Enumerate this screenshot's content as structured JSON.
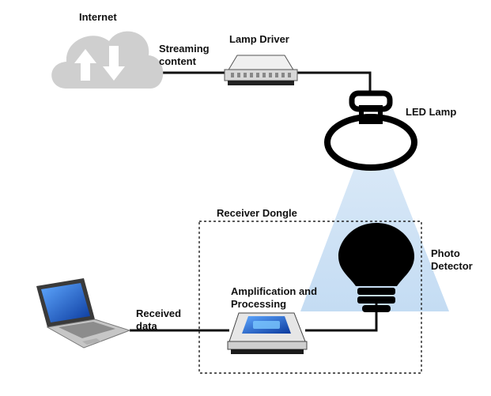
{
  "labels": {
    "internet": "Internet",
    "streaming_line1": "Streaming",
    "streaming_line2": "content",
    "lamp_driver": "Lamp Driver",
    "led_lamp": "LED Lamp",
    "receiver_dongle": "Receiver Dongle",
    "photo_line1": "Photo",
    "photo_line2": "Detector",
    "amp_line1": "Amplification and",
    "amp_line2": "Processing",
    "received_line1": "Received",
    "received_line2": "data"
  },
  "colors": {
    "cloud": "#cfcfcf",
    "wire": "#111111",
    "light_beam": "#c4dcf3",
    "device_body": "#e4e4e4",
    "device_screen": "#2a86e6",
    "laptop_screen": "#2b6cd6"
  },
  "icons": [
    "cloud-icon",
    "lamp-driver-icon",
    "led-lamp-icon",
    "photo-detector-icon",
    "amplifier-icon",
    "laptop-icon"
  ]
}
